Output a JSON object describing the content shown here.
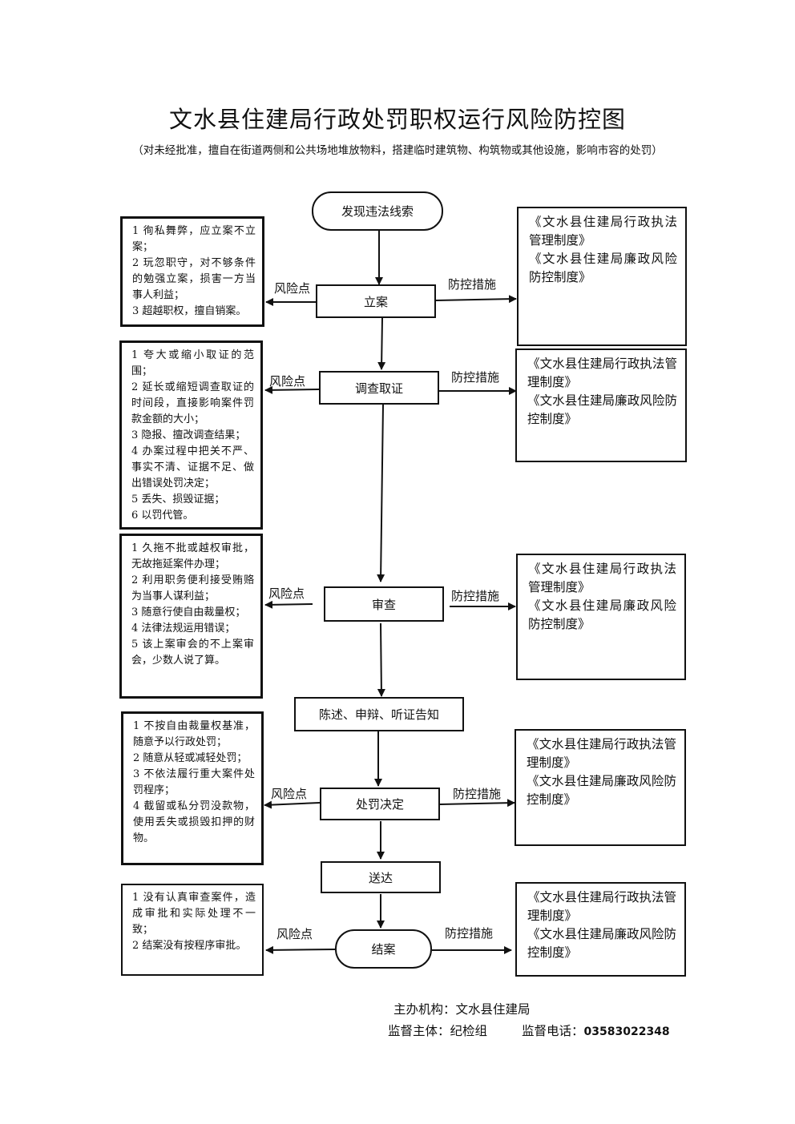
{
  "title": "文水县住建局行政处罚职权运行风险防控图",
  "subtitle": "（对未经批准，擅自在街道两侧和公共场地堆放物料，搭建临时建筑物、构筑物或其他设施，影响市容的处罚）",
  "flow": {
    "start": "发现违法线索",
    "step1": "立案",
    "step2": "调查取证",
    "step3": "审查",
    "step4": "陈述、申辩、听证告知",
    "step5": "处罚决定",
    "step6": "送达",
    "end": "结案"
  },
  "labels": {
    "risk": "风险点",
    "measure": "防控措施"
  },
  "risks": [
    [
      "1 徇私舞弊，应立案不立案；",
      "2 玩忽职守，对不够条件的勉强立案，损害一方当事人利益；",
      "3 超越职权，擅自销案。"
    ],
    [
      "1 夸大或缩小取证的范围；",
      "2 延长或缩短调查取证的时间段，直接影响案件罚款金额的大小；",
      "3 隐报、擅改调查结果；",
      "4 办案过程中把关不严、事实不清、证据不足、做出错误处罚决定；",
      "5 丢失、损毁证据；",
      "6 以罚代管。"
    ],
    [
      "1 久拖不批或越权审批，无故拖延案件办理；",
      "2 利用职务便利接受贿赂为当事人谋利益；",
      "3 随意行使自由裁量权；",
      "4 法律法规运用错误；",
      "5 该上案审会的不上案审会，少数人说了算。"
    ],
    [
      "1 不按自由裁量权基准，随意予以行政处罚；",
      "2 随意从轻或减轻处罚；",
      "3 不依法履行重大案件处罚程序；",
      "4 截留或私分罚没款物，使用丢失或损毁扣押的财物。"
    ],
    [
      "1 没有认真审查案件，造成审批和实际处理不一致；",
      "2 结案没有按程序审批。"
    ]
  ],
  "measures": [
    [
      "《文水县住建局行政执法管理制度》",
      "《文水县住建局廉政风险防控制度》"
    ],
    [
      "《文水县住建局行政执法管理制度》",
      "《文水县住建局廉政风险防控制度》"
    ],
    [
      "《文水县住建局行政执法管理制度》",
      "《文水县住建局廉政风险防控制度》"
    ],
    [
      "《文水县住建局行政执法管理制度》",
      "《文水县住建局廉政风险防控制度》"
    ],
    [
      "《文水县住建局行政执法管理制度》",
      "《文水县住建局廉政风险防控制度》"
    ]
  ],
  "footer": {
    "organizer": "主办机构：文水县住建局",
    "supervisor": "监督主体：纪检组",
    "phone_label": "监督电话：",
    "phone": "03583022348"
  }
}
